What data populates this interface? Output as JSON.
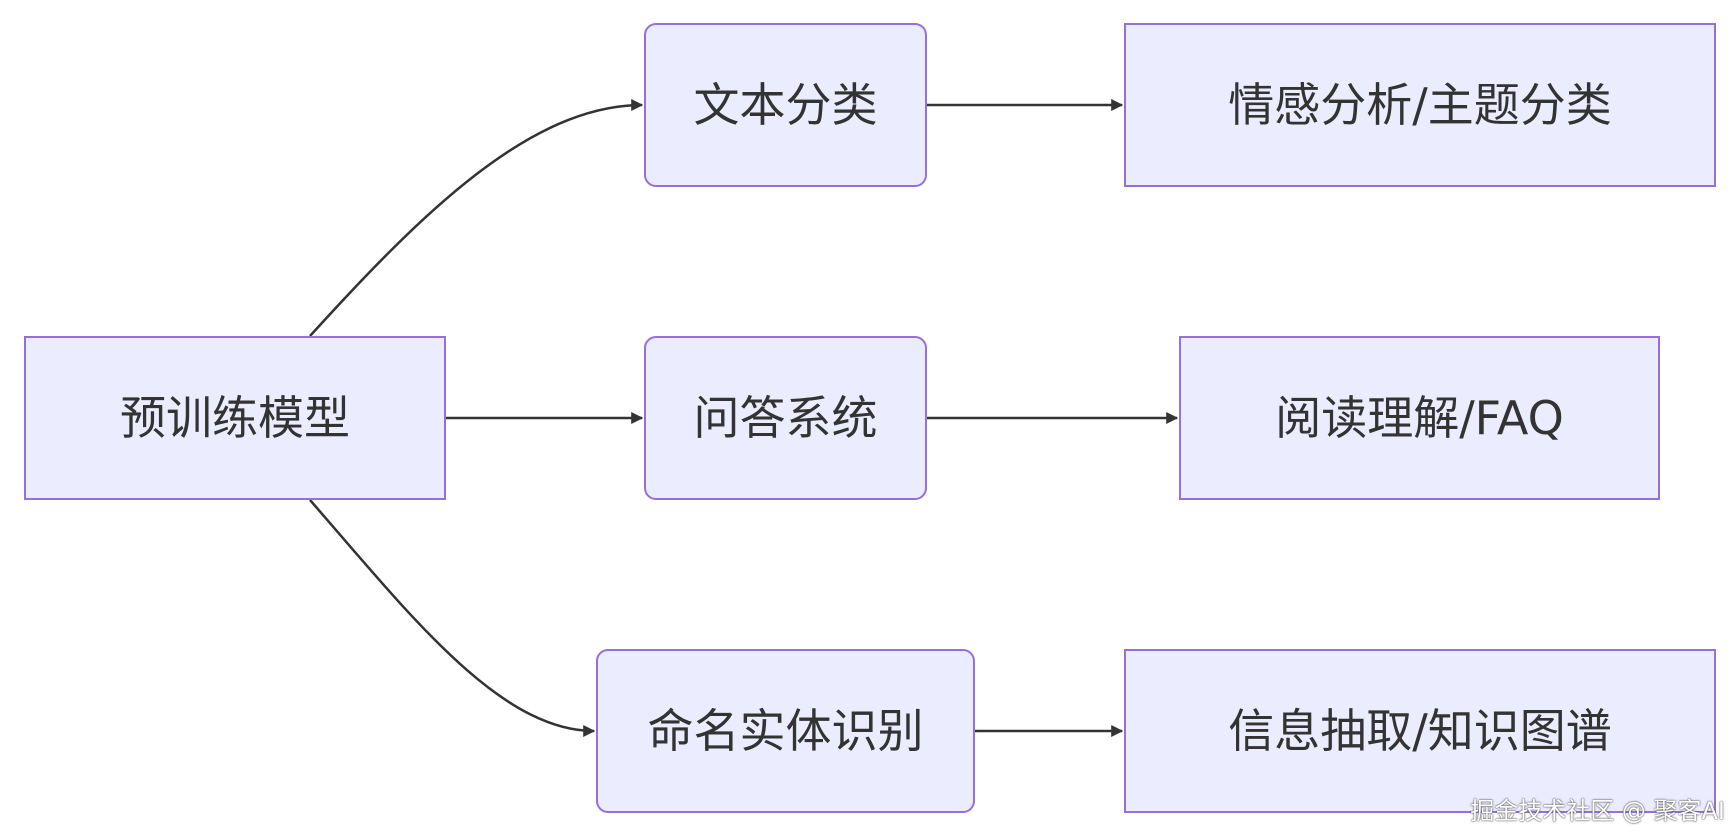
{
  "nodes": {
    "pretrained": "预训练模型",
    "text_classification": "文本分类",
    "sentiment_topic": "情感分析/主题分类",
    "qa_system": "问答系统",
    "reading_faq": "阅读理解/FAQ",
    "ner": "命名实体识别",
    "info_extraction": "信息抽取/知识图谱"
  },
  "edges": [
    [
      "pretrained",
      "text_classification"
    ],
    [
      "pretrained",
      "qa_system"
    ],
    [
      "pretrained",
      "ner"
    ],
    [
      "text_classification",
      "sentiment_topic"
    ],
    [
      "qa_system",
      "reading_faq"
    ],
    [
      "ner",
      "info_extraction"
    ]
  ],
  "watermark": "掘金技术社区 @ 聚客AI",
  "colors": {
    "node_fill": "#ececff",
    "node_border": "#9370db",
    "edge": "#333333",
    "text": "#333333"
  }
}
